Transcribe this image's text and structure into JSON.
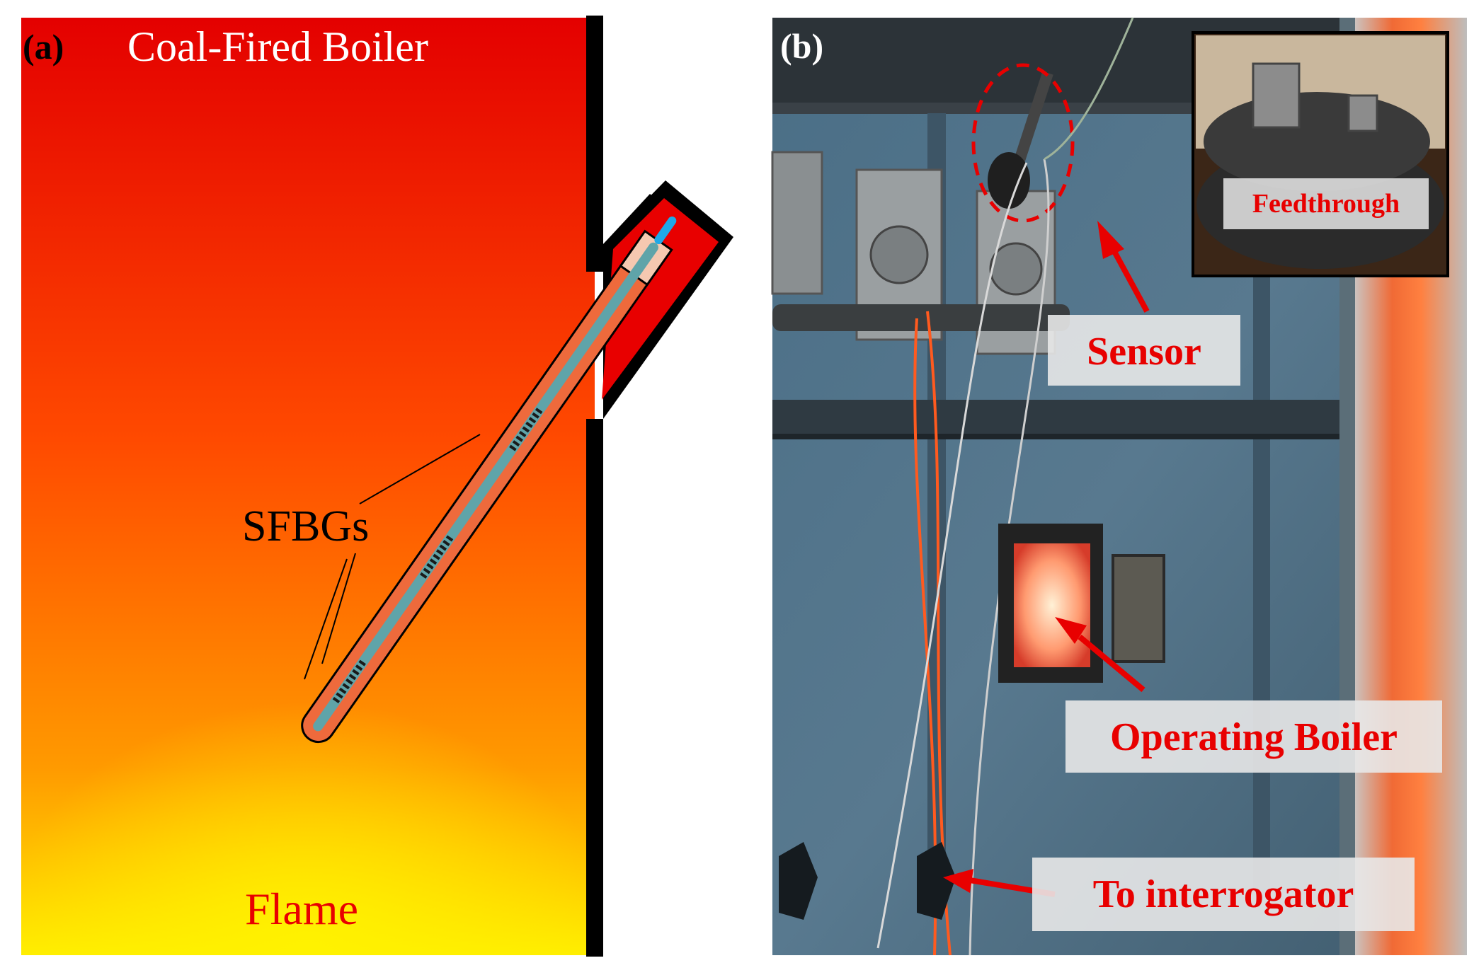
{
  "panel_a": {
    "label": "(a)",
    "title": "Coal-Fired Boiler",
    "sensor_label": "SFBGs",
    "flame_label": "Flame"
  },
  "panel_b": {
    "label": "(b)",
    "inset_label": "Feedthrough",
    "sensor_label": "Sensor",
    "boiler_label": "Operating Boiler",
    "interrogator_label": "To interrogator"
  },
  "colors": {
    "boiler_top": "#e40000",
    "boiler_mid": "#ff5a00",
    "boiler_bottom": "#ffe600",
    "wall": "#000000",
    "probe_sheath": "#ee6a3c",
    "fiber": "#5fa4a9",
    "fiber_tip": "#1fa9e8",
    "callout_red": "#e80000",
    "label_box": "#e8e8e8"
  }
}
